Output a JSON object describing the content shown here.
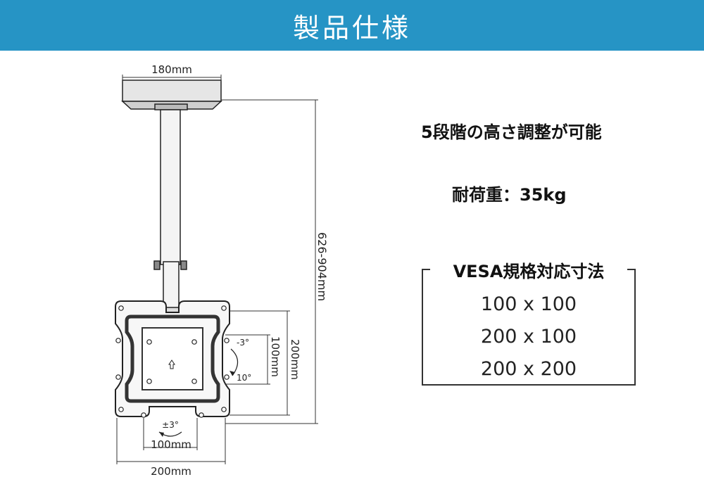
{
  "banner": {
    "title": "製品仕様"
  },
  "drawing": {
    "top_width_label": "180mm",
    "height_label": "626-904mm",
    "vesa_height_outer": "200mm",
    "vesa_height_inner": "100mm",
    "vesa_width_inner": "100mm",
    "vesa_width_outer": "200mm",
    "tilt_up": "-3°",
    "tilt_down": "10°",
    "rotation": "±3°"
  },
  "specs": {
    "height_adjust": "5段階の高さ調整が可能",
    "load_capacity": "耐荷重：35kg"
  },
  "vesa": {
    "title": "VESA規格対応寸法",
    "sizes": [
      "100 x 100",
      "200 x 100",
      "200 x 200"
    ]
  },
  "colors": {
    "banner": "#2694c5",
    "line": "#333333"
  }
}
